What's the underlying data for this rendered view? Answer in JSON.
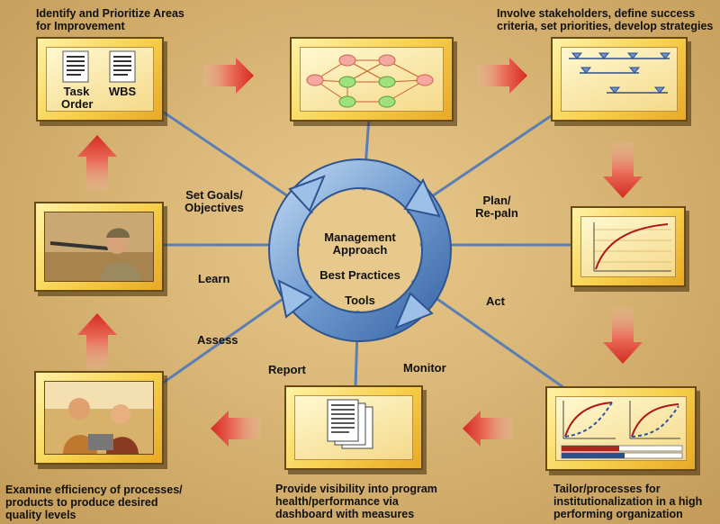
{
  "steps": {
    "identify": "Identify and Prioritize Areas\nfor Improvement",
    "involve": "Involve stakeholders, define success\ncriteria, set priorities, develop strategies",
    "tailor": "Tailor/processes for\ninstitutionalization in a high\nperforming organization",
    "visibility": "Provide visibility into program\nhealth/performance via\ndashboard with measures",
    "examine": "Examine efficiency of processes/\nproducts to produce desired\nquality levels"
  },
  "documents": {
    "task_order": "Task\nOrder",
    "wbs": "WBS"
  },
  "cycle_labels": {
    "set_goals": "Set Goals/\nObjectives",
    "plan": "Plan/\nRe-paln",
    "act": "Act",
    "monitor": "Monitor",
    "report": "Report",
    "assess": "Assess",
    "learn": "Learn"
  },
  "center": {
    "management_approach": "Management\nApproach",
    "best_practices": "Best Practices",
    "tools": "Tools"
  },
  "colors": {
    "spoke": "#5b7fb5",
    "cycle_arrow": "#6f9bd0",
    "flow_arrow": "#e0433a",
    "box": "#f7cf4a"
  }
}
